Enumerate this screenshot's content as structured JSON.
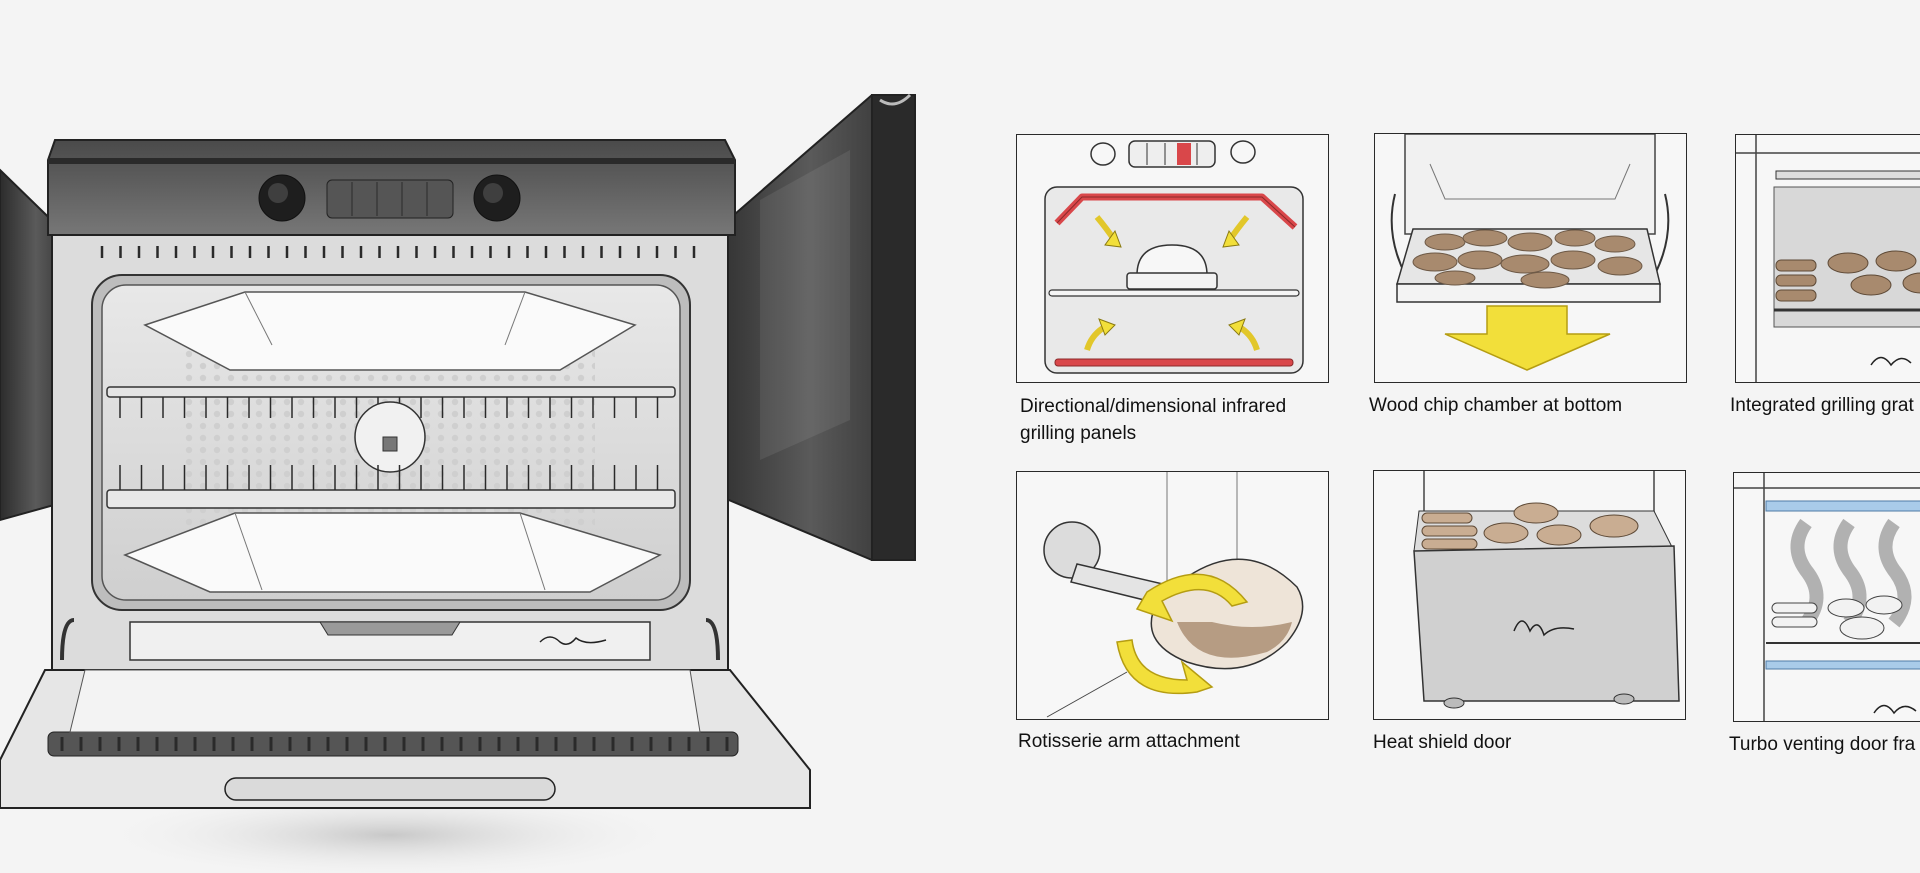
{
  "captions": {
    "infrared": "Directional/dimensional infrared grilling panels",
    "woodchip": "Wood chip chamber at bottom",
    "grate": "Integrated grilling grat",
    "rotisserie": "Rotisserie arm attachment",
    "heatshield": "Heat shield door",
    "turbo": "Turbo venting door fra"
  },
  "colors": {
    "background": "#f4f4f4",
    "infrared_red": "#d9474a",
    "arrow_yellow": "#f2df3a",
    "food_brown": "#a88a6e",
    "vent_blue": "#a9cbe9",
    "door_dark": "#3a3a3a"
  }
}
